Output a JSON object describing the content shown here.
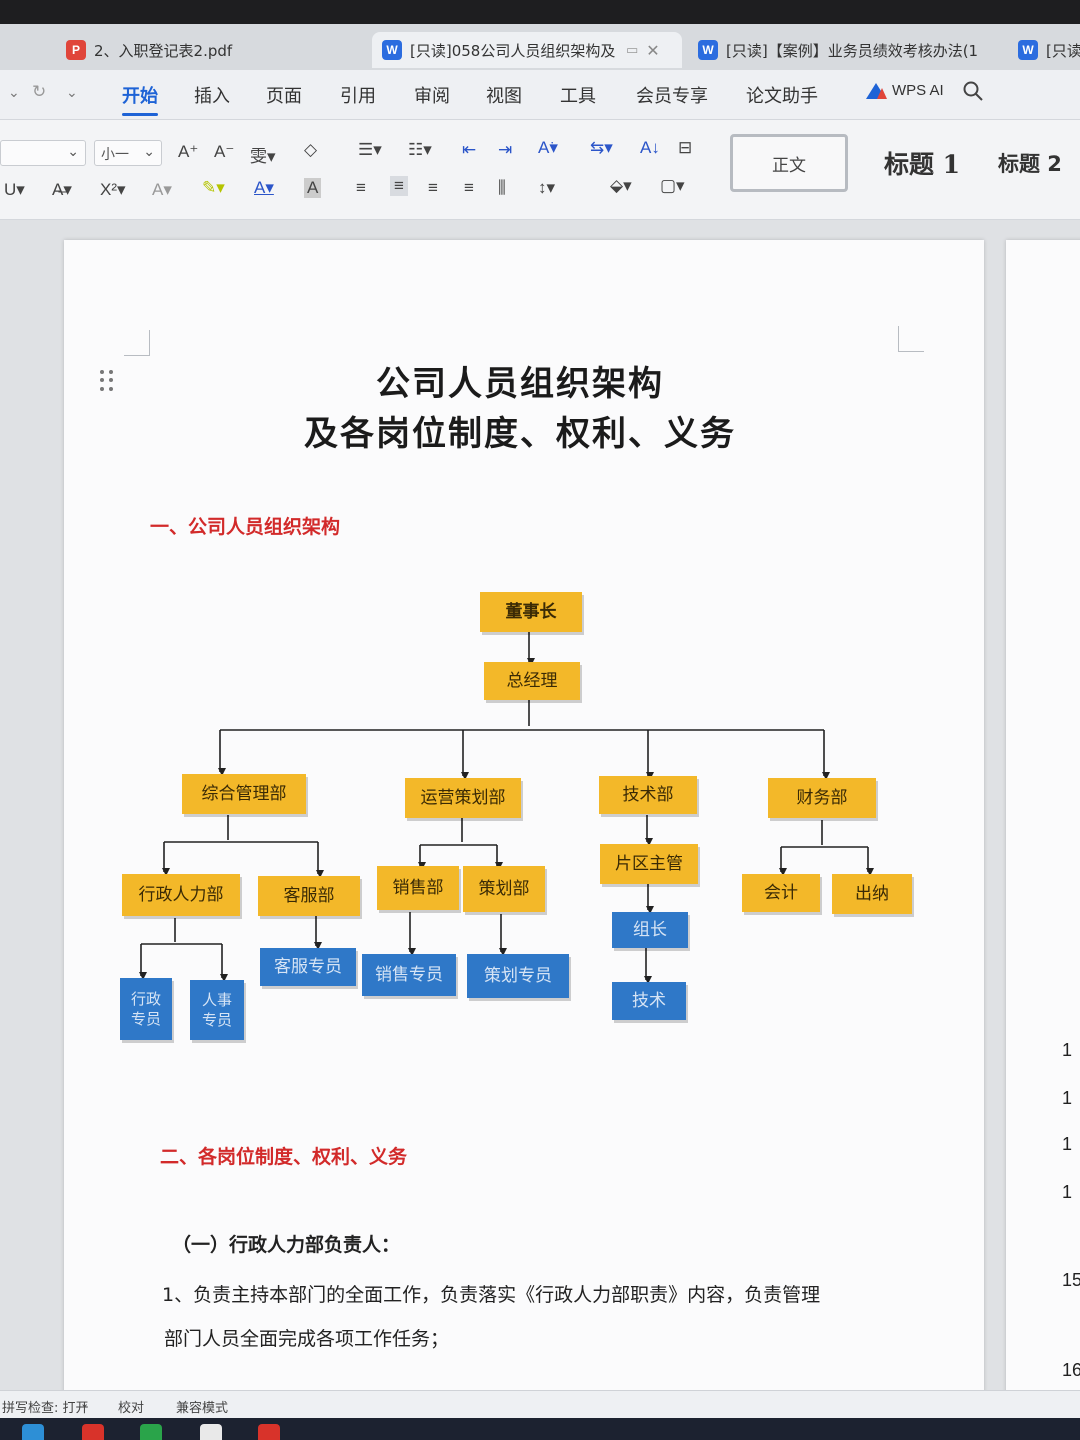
{
  "tabs": [
    {
      "label": "2、入职登记表2.pdf",
      "type": "pdf"
    },
    {
      "label": "[只读]058公司人员组织架构及",
      "type": "doc",
      "active": true
    },
    {
      "label": "[只读]【案例】业务员绩效考核办法(1",
      "type": "doc"
    },
    {
      "label": "[只读",
      "type": "doc"
    }
  ],
  "menu": {
    "items": [
      "开始",
      "插入",
      "页面",
      "引用",
      "审阅",
      "视图",
      "工具",
      "会员专享",
      "论文助手"
    ],
    "active": "开始",
    "wps_ai": "WPS AI"
  },
  "toolbar": {
    "font_size": "小一",
    "styles": {
      "normal": "正文",
      "h1": "标题 1",
      "h2": "标题 2"
    }
  },
  "document": {
    "title_line1": "公司人员组织架构",
    "title_line2": "及各岗位制度、权利、义务",
    "section1": "一、公司人员组织架构",
    "section2": "二、各岗位制度、权利、义务",
    "subsection1": "（一）行政人力部负责人：",
    "para1_line1": "1、负责主持本部门的全面工作，负责落实《行政人力部职责》内容，负责管理",
    "para1_line2": "部门人员全面完成各项工作任务；"
  },
  "org_chart": {
    "chairman": "董事长",
    "gm": "总经理",
    "departments": {
      "admin": "综合管理部",
      "operations": "运营策划部",
      "tech": "技术部",
      "finance": "财务部"
    },
    "sub_units": {
      "hr": "行政人力部",
      "service": "客服部",
      "sales": "销售部",
      "planning": "策划部",
      "area_manager": "片区主管",
      "accountant": "会计",
      "cashier": "出纳"
    },
    "staff": {
      "admin_staff": "行政专员",
      "hr_staff": "人事专员",
      "service_staff": "客服专员",
      "sales_staff": "销售专员",
      "planning_staff": "策划专员",
      "team_leader": "组长",
      "technician": "技术"
    }
  },
  "side_page_numbers": [
    "1",
    "1",
    "1",
    "1",
    "15",
    "16"
  ],
  "status": {
    "spellcheck": "拼写检查: 打开",
    "proofread": "校对",
    "compat_mode": "兼容模式"
  },
  "colors": {
    "accent": "#1e63d6",
    "section_red": "#d22a2a",
    "node_yellow": "#f3b829",
    "node_blue": "#2f78c8"
  }
}
